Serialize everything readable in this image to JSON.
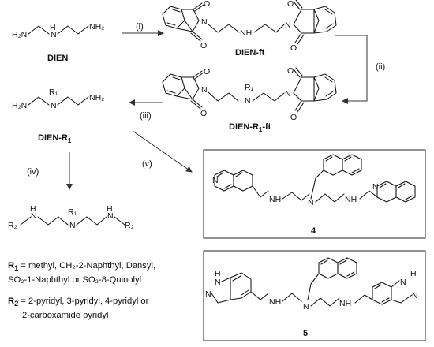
{
  "compounds": {
    "dien": "DIEN",
    "dien_ft": "DIEN-ft",
    "dien_r1_ft": "DIEN-R",
    "dien_r1_ft_sub": "1",
    "dien_r1_ft_suffix": "-ft",
    "dien_r1": "DIEN-R",
    "dien_r1_sub": "1",
    "compound4": "4",
    "compound5": "5"
  },
  "steps": {
    "i": "(i)",
    "ii": "(ii)",
    "iii": "(iii)",
    "iv": "(iv)",
    "v": "(v)"
  },
  "atoms": {
    "nh": "NH",
    "n": "N",
    "h": "H",
    "o": "O",
    "h2n": "H₂N",
    "nh2": "NH₂",
    "r1": "R₁",
    "r2": "R₂"
  },
  "legend": {
    "r1_label": "R",
    "r1_sub": "1",
    "r1_text": " = methyl, CH₂-2-Naphthyl, Dansyl,",
    "r1_text2": "SO₂-1-Naphthyl or SO₂-8-Quinolyl",
    "r2_label": "R",
    "r2_sub": "2",
    "r2_text": " = 2-pyridyl, 3-pyridyl, 4-pyridyl or",
    "r2_text2": "2-carboxamide pyridyl"
  }
}
